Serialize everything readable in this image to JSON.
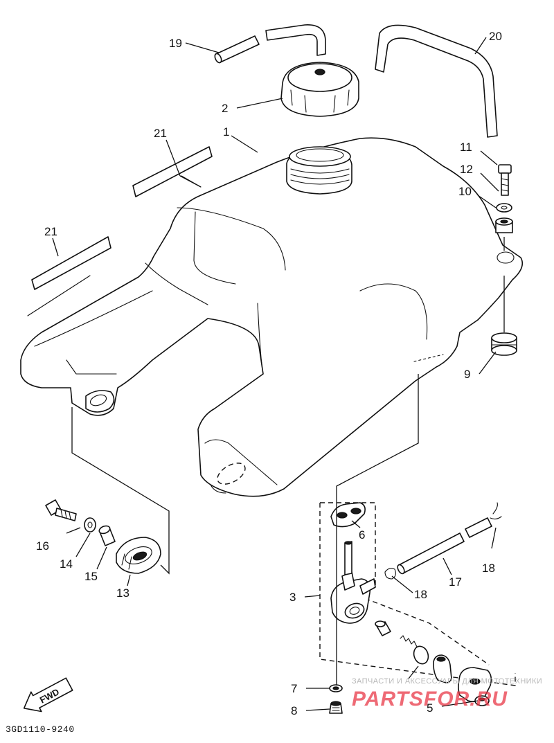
{
  "diagram": {
    "callouts": {
      "c1": "1",
      "c2": "2",
      "c3": "3",
      "c5": "5",
      "c6": "6",
      "c7": "7",
      "c8": "8",
      "c9": "9",
      "c10": "10",
      "c11": "11",
      "c12": "12",
      "c13": "13",
      "c14": "14",
      "c15": "15",
      "c16": "16",
      "c17": "17",
      "c18a": "18",
      "c18b": "18",
      "c19": "19",
      "c20": "20",
      "c21a": "21",
      "c21b": "21"
    },
    "fwd_label": "FWD",
    "diagram_code": "3GD1110-9240"
  },
  "watermark": {
    "caption": "ЗАПЧАСТИ И АКСЕССУАРЫ ДЛЯ МОТОТЕХНИКИ",
    "logo": "PARTSFOR.RU"
  }
}
